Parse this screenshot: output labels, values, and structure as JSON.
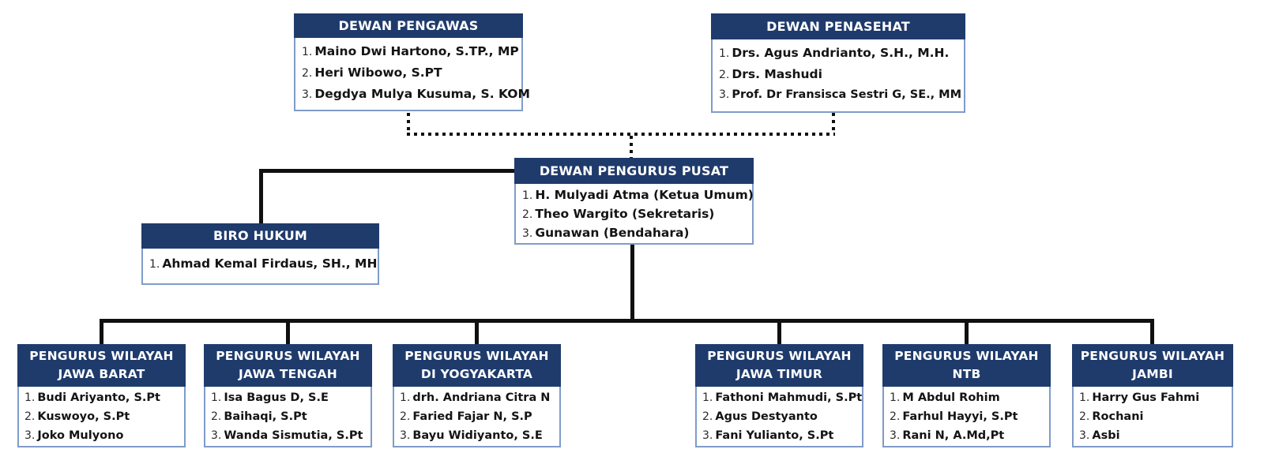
{
  "colors": {
    "header_bg": "#1f3b6c",
    "header_text": "#ffffff",
    "body_border": "#7f9cc9",
    "connector": "#101010",
    "name_text": "#141414"
  },
  "chart": {
    "dewan_pengawas": {
      "title": "DEWAN PENGAWAS",
      "members": [
        {
          "num": "1.",
          "name": "Maino Dwi Hartono, S.TP., MP"
        },
        {
          "num": "2.",
          "name": "Heri Wibowo, S.PT"
        },
        {
          "num": "3.",
          "name": "Degdya Mulya Kusuma, S. KOM"
        }
      ]
    },
    "dewan_penasehat": {
      "title": "DEWAN PENASEHAT",
      "members": [
        {
          "num": "1.",
          "name": "Drs. Agus Andrianto, S.H., M.H."
        },
        {
          "num": "2.",
          "name": "Drs. Mashudi"
        },
        {
          "num": "3.",
          "name": "Prof. Dr Fransisca Sestri G, SE., MM"
        }
      ]
    },
    "dewan_pengurus_pusat": {
      "title": "DEWAN PENGURUS PUSAT",
      "members": [
        {
          "num": "1.",
          "name": "H. Mulyadi Atma (Ketua Umum)"
        },
        {
          "num": "2.",
          "name": "Theo Wargito (Sekretaris)"
        },
        {
          "num": "3.",
          "name": "Gunawan (Bendahara)"
        }
      ]
    },
    "biro_hukum": {
      "title": "BIRO HUKUM",
      "members": [
        {
          "num": "1.",
          "name": "Ahmad Kemal Firdaus, SH., MH"
        }
      ]
    },
    "pw_jawa_barat": {
      "title_line1": "PENGURUS WILAYAH",
      "title_line2": "JAWA BARAT",
      "members": [
        {
          "num": "1.",
          "name": "Budi Ariyanto, S.Pt"
        },
        {
          "num": "2.",
          "name": "Kuswoyo, S.Pt"
        },
        {
          "num": "3.",
          "name": "Joko Mulyono"
        }
      ]
    },
    "pw_jawa_tengah": {
      "title_line1": "PENGURUS WILAYAH",
      "title_line2": "JAWA TENGAH",
      "members": [
        {
          "num": "1.",
          "name": "Isa Bagus D, S.E"
        },
        {
          "num": "2.",
          "name": "Baihaqi, S.Pt"
        },
        {
          "num": "3.",
          "name": "Wanda Sismutia, S.Pt"
        }
      ]
    },
    "pw_di_yogyakarta": {
      "title_line1": "PENGURUS WILAYAH",
      "title_line2": "DI YOGYAKARTA",
      "members": [
        {
          "num": "1.",
          "name": "drh. Andriana Citra N"
        },
        {
          "num": "2.",
          "name": "Faried Fajar N, S.P"
        },
        {
          "num": "3.",
          "name": "Bayu Widiyanto, S.E"
        }
      ]
    },
    "pw_jawa_timur": {
      "title_line1": "PENGURUS WILAYAH",
      "title_line2": "JAWA TIMUR",
      "members": [
        {
          "num": "1.",
          "name": "Fathoni Mahmudi, S.Pt"
        },
        {
          "num": "2.",
          "name": "Agus Destyanto"
        },
        {
          "num": "3.",
          "name": "Fani Yulianto, S.Pt"
        }
      ]
    },
    "pw_ntb": {
      "title_line1": "PENGURUS WILAYAH",
      "title_line2": "NTB",
      "members": [
        {
          "num": "1.",
          "name": "M Abdul Rohim"
        },
        {
          "num": "2.",
          "name": "Farhul Hayyi, S.Pt"
        },
        {
          "num": "3.",
          "name": "Rani N, A.Md,Pt"
        }
      ]
    },
    "pw_jambi": {
      "title_line1": "PENGURUS WILAYAH",
      "title_line2": "JAMBI",
      "members": [
        {
          "num": "1.",
          "name": "Harry Gus Fahmi"
        },
        {
          "num": "2.",
          "name": "Rochani"
        },
        {
          "num": "3.",
          "name": "Asbi"
        }
      ]
    }
  }
}
